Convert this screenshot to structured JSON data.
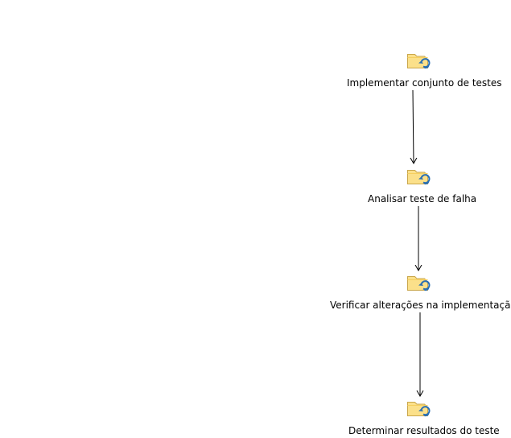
{
  "diagram": {
    "nodes": [
      {
        "id": "n0",
        "label": "Implementar conjunto de testes",
        "icon": "task-activity-icon"
      },
      {
        "id": "n1",
        "label": "Analisar teste de falha",
        "icon": "task-activity-icon"
      },
      {
        "id": "n2",
        "label": "Verificar alterações na implementação",
        "icon": "task-activity-icon"
      },
      {
        "id": "n3",
        "label": "Determinar resultados do teste",
        "icon": "task-activity-icon"
      }
    ],
    "edges": [
      {
        "from": "n0",
        "to": "n1"
      },
      {
        "from": "n1",
        "to": "n2"
      },
      {
        "from": "n2",
        "to": "n3"
      }
    ],
    "colors": {
      "folder_fill": "#fbe08a",
      "folder_stroke": "#c9a64a",
      "cycle_arrow": "#2a6fb3",
      "connector": "#000000"
    }
  }
}
